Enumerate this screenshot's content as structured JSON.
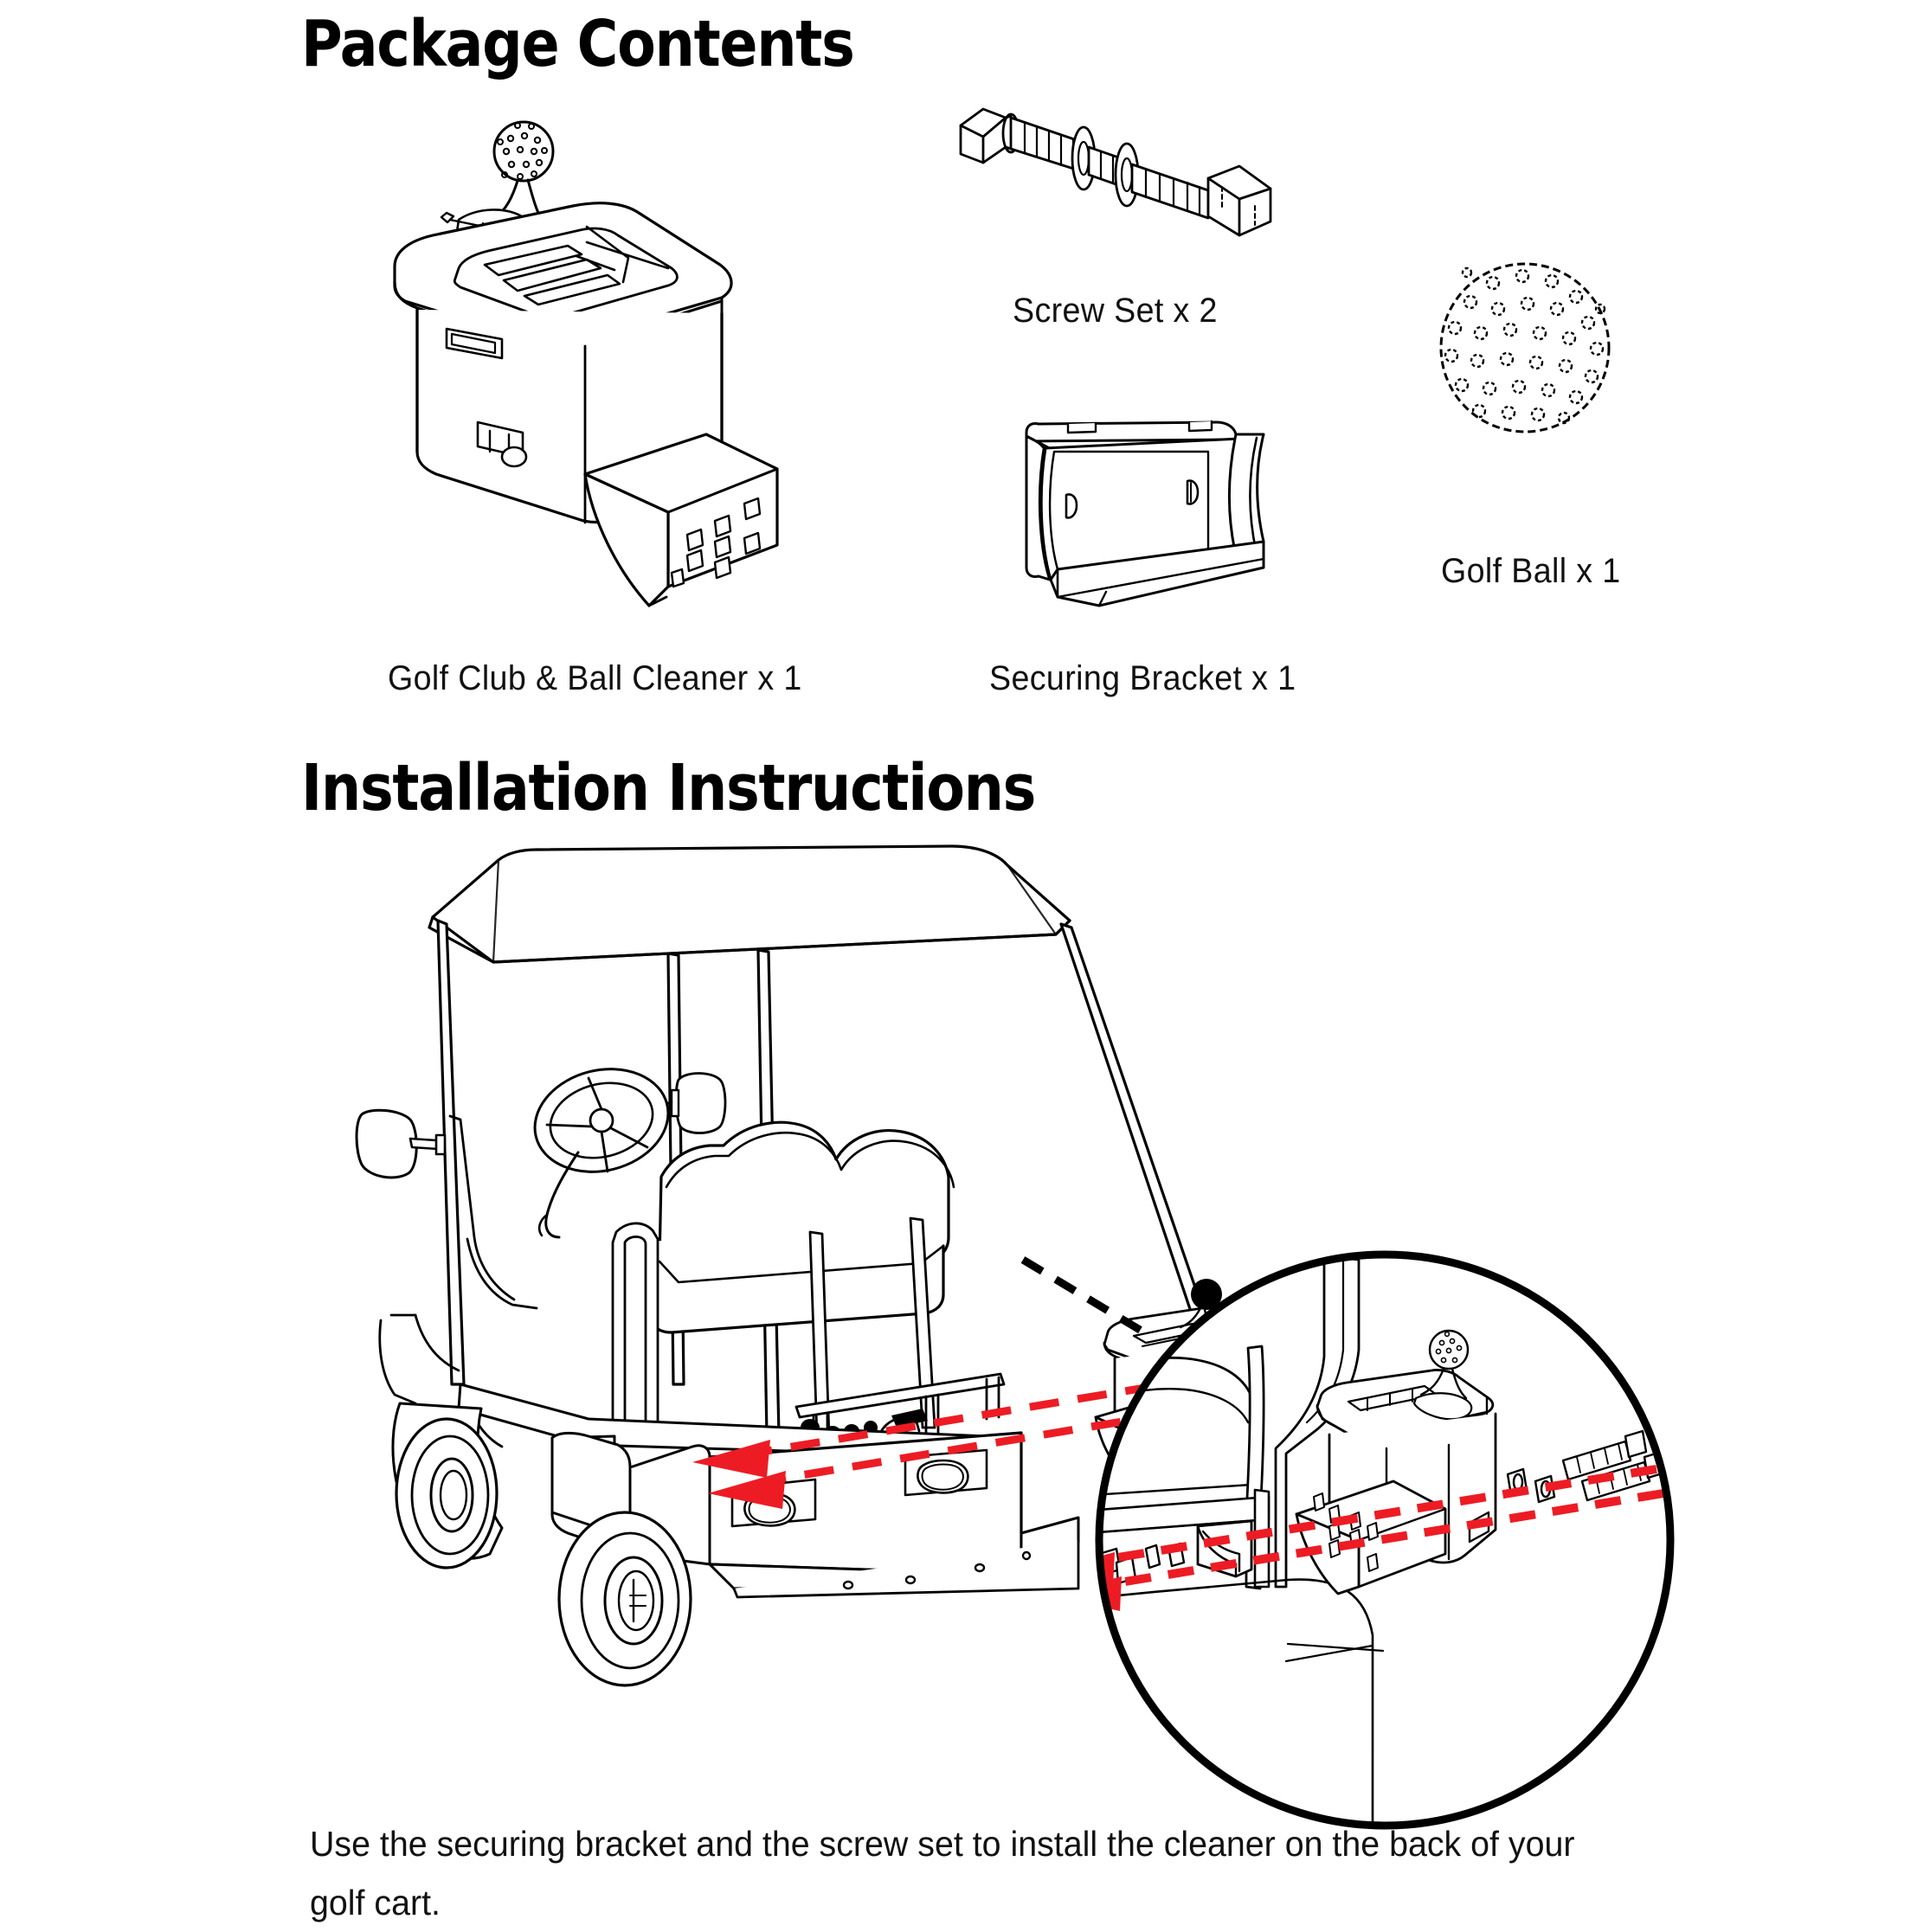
{
  "document": {
    "type": "product-instruction-sheet",
    "background_color": "#ffffff",
    "line_color": "#000000",
    "accent_color": "#ED1C24"
  },
  "sections": {
    "package_contents": {
      "heading": "Package Contents",
      "parts": [
        {
          "id": "cleaner",
          "label": "Golf Club & Ball Cleaner x 1",
          "name": "Golf Club & Ball Cleaner",
          "quantity": 1,
          "icon": "golf-club-ball-cleaner-icon"
        },
        {
          "id": "screw_set",
          "label": "Screw Set x 2",
          "name": "Screw Set",
          "quantity": 2,
          "icon": "screw-set-icon"
        },
        {
          "id": "bracket",
          "label": "Securing Bracket x 1",
          "name": "Securing Bracket",
          "quantity": 1,
          "icon": "securing-bracket-icon"
        },
        {
          "id": "golf_ball",
          "label": "Golf Ball x 1",
          "name": "Golf Ball",
          "quantity": 1,
          "icon": "golf-ball-icon"
        }
      ]
    },
    "installation_instructions": {
      "heading": "Installation Instructions",
      "note": "Use the securing bracket and the screw set to install the cleaner on the back of your golf cart.",
      "diagram": {
        "main_view": "golf-cart-rear-three-quarter",
        "detail_view": "magnified-mounting-detail",
        "assembly_arrow_color": "#ED1C24",
        "assembly_arrow_direction": "right-to-left",
        "leader_line_style": "dashed"
      }
    }
  }
}
